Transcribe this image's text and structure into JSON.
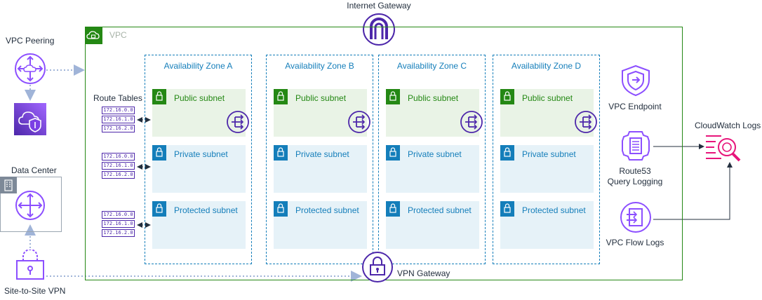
{
  "title": "Internet Gateway",
  "vpc_label": "VPC",
  "vpc_peering": "VPC Peering",
  "route_tables_label": "Route Tables",
  "route_table_rows": [
    "172.16.0.0",
    "172.16.1.0",
    "172.16.2.0"
  ],
  "data_center": "Data Center",
  "site_to_site_vpn": "Site-to-Site VPN",
  "vpn_gateway": "VPN Gateway",
  "availability_zones": [
    {
      "name": "Availability Zone A",
      "subnets": [
        "Public subnet",
        "Private subnet",
        "Protected subnet"
      ]
    },
    {
      "name": "Availability Zone B",
      "subnets": [
        "Public subnet",
        "Private subnet",
        "Protected subnet"
      ]
    },
    {
      "name": "Availability Zone C",
      "subnets": [
        "Public subnet",
        "Private subnet",
        "Protected subnet"
      ]
    },
    {
      "name": "Availability Zone D",
      "subnets": [
        "Public subnet",
        "Private subnet",
        "Protected subnet"
      ]
    }
  ],
  "vpc_endpoint": "VPC Endpoint",
  "route53_line1": "Route53",
  "route53_line2": "Query Logging",
  "flow_logs": "VPC Flow Logs",
  "cloudwatch_logs": "CloudWatch Logs",
  "colors": {
    "vpc_green": "#248814",
    "az_blue": "#147eba",
    "purple": "#8c4fff",
    "dark_purple": "#4d27aa",
    "cloudwatch_pink": "#e7157b"
  }
}
